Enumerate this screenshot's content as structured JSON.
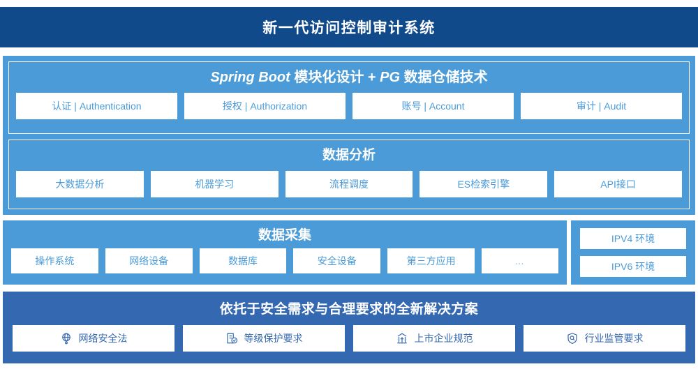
{
  "header": {
    "title": "新一代访问控制审计系统",
    "bg_color": "#114A8B"
  },
  "colors": {
    "panel_blue": "#4A9BD8",
    "deep_blue": "#3468B0",
    "header_blue": "#114A8B",
    "cell_bg": "#FFFFFF"
  },
  "app_layer": {
    "springboot": {
      "title_part_1": "Spring Boot",
      "title_part_2": "模块化设计",
      "title_part_3": "+",
      "title_part_4": "PG",
      "title_part_5": "数据仓储技术",
      "title_full": "Spring Boot 模块化设计 + PG 数据仓储技术",
      "items": [
        {
          "label": "认证 | Authentication"
        },
        {
          "label": "授权 | Authorization"
        },
        {
          "label": "账号 | Account"
        },
        {
          "label": "审计 | Audit"
        }
      ]
    },
    "analysis": {
      "title": "数据分析",
      "items": [
        {
          "label": "大数据分析"
        },
        {
          "label": "机器学习"
        },
        {
          "label": "流程调度"
        },
        {
          "label": "ES检索引擎"
        },
        {
          "label": "API接口"
        }
      ]
    }
  },
  "collection": {
    "title": "数据采集",
    "items": [
      {
        "label": "操作系统"
      },
      {
        "label": "网络设备"
      },
      {
        "label": "数据库"
      },
      {
        "label": "安全设备"
      },
      {
        "label": "第三方应用"
      },
      {
        "label": "…"
      }
    ]
  },
  "environments": {
    "items": [
      {
        "label": "IPV4 环境"
      },
      {
        "label": "IPV6 环境"
      }
    ]
  },
  "solution": {
    "title": "依托于安全需求与合理要求的全新解决方案",
    "items": [
      {
        "label": "网络安全法",
        "icon": "globe-network-icon"
      },
      {
        "label": "等级保护要求",
        "icon": "document-check-icon"
      },
      {
        "label": "上市企业规范",
        "icon": "bank-building-icon"
      },
      {
        "label": "行业监管要求",
        "icon": "shield-search-icon"
      }
    ]
  }
}
